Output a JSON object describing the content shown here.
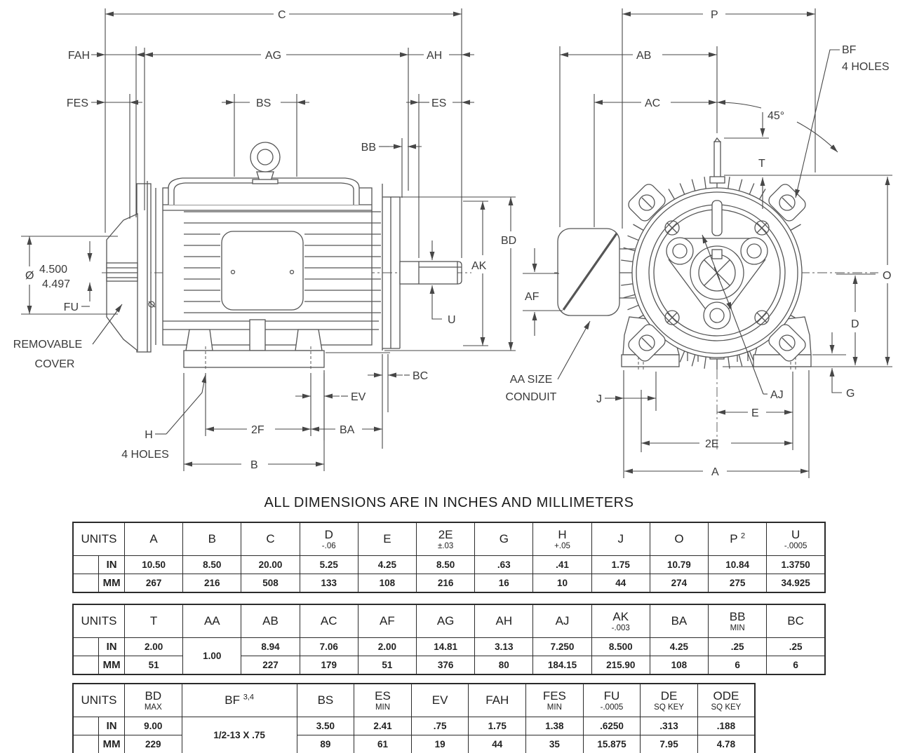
{
  "title": "ALL DIMENSIONS ARE IN INCHES AND MILLIMETERS",
  "side_view": {
    "c": "C",
    "fah": "FAH",
    "ag": "AG",
    "ah": "AH",
    "fes": "FES",
    "bs": "BS",
    "es": "ES",
    "bb": "BB",
    "bd": "BD",
    "ak": "AK",
    "u": "U",
    "dia_symbol": "Ø",
    "dia_max": "4.500",
    "dia_min": "4.497",
    "fu": "FU",
    "removable_line1": "REMOVABLE",
    "removable_line2": "COVER",
    "h": "H",
    "h_holes": "4 HOLES",
    "two_f": "2F",
    "ba": "BA",
    "b": "B",
    "ev": "EV",
    "bc": "BC"
  },
  "front_view": {
    "p": "P",
    "ab": "AB",
    "ac": "AC",
    "angle": "45°",
    "t": "T",
    "bf": "BF",
    "bf_holes": "4 HOLES",
    "o": "O",
    "d": "D",
    "g": "G",
    "af": "AF",
    "aa_line1": "AA SIZE",
    "aa_line2": "CONDUIT",
    "j": "J",
    "aj": "AJ",
    "e": "E",
    "two_e": "2E",
    "a": "A"
  },
  "tables": [
    {
      "units_label": "UNITS",
      "in_label": "IN",
      "mm_label": "MM",
      "columns": [
        {
          "label": "A",
          "in": "10.50",
          "mm": "267"
        },
        {
          "label": "B",
          "in": "8.50",
          "mm": "216"
        },
        {
          "label": "C",
          "in": "20.00",
          "mm": "508"
        },
        {
          "label": "D",
          "sub": "-.06",
          "in": "5.25",
          "mm": "133"
        },
        {
          "label": "E",
          "in": "4.25",
          "mm": "108"
        },
        {
          "label": "2E",
          "sub": "±.03",
          "in": "8.50",
          "mm": "216"
        },
        {
          "label": "G",
          "in": ".63",
          "mm": "16"
        },
        {
          "label": "H",
          "sub": "+.05",
          "in": ".41",
          "mm": "10"
        },
        {
          "label": "J",
          "in": "1.75",
          "mm": "44"
        },
        {
          "label": "O",
          "in": "10.79",
          "mm": "274"
        },
        {
          "label": "P",
          "sup": "2",
          "in": "10.84",
          "mm": "275"
        },
        {
          "label": "U",
          "sub": "-.0005",
          "in": "1.3750",
          "mm": "34.925"
        }
      ]
    },
    {
      "units_label": "UNITS",
      "in_label": "IN",
      "mm_label": "MM",
      "columns": [
        {
          "label": "T",
          "in": "2.00",
          "mm": "51"
        },
        {
          "label": "AA",
          "merged": "1.00"
        },
        {
          "label": "AB",
          "in": "8.94",
          "mm": "227"
        },
        {
          "label": "AC",
          "in": "7.06",
          "mm": "179"
        },
        {
          "label": "AF",
          "in": "2.00",
          "mm": "51"
        },
        {
          "label": "AG",
          "in": "14.81",
          "mm": "376"
        },
        {
          "label": "AH",
          "in": "3.13",
          "mm": "80"
        },
        {
          "label": "AJ",
          "in": "7.250",
          "mm": "184.15"
        },
        {
          "label": "AK",
          "sub": "-.003",
          "in": "8.500",
          "mm": "215.90"
        },
        {
          "label": "BA",
          "in": "4.25",
          "mm": "108"
        },
        {
          "label": "BB",
          "sub": "MIN",
          "in": ".25",
          "mm": "6"
        },
        {
          "label": "BC",
          "in": ".25",
          "mm": "6"
        }
      ]
    },
    {
      "units_label": "UNITS",
      "in_label": "IN",
      "mm_label": "MM",
      "columns": [
        {
          "label": "BD",
          "sub": "MAX",
          "in": "9.00",
          "mm": "229"
        },
        {
          "label": "BF",
          "sup": "3,4",
          "merged": "1/2-13 X .75",
          "wide": true
        },
        {
          "label": "BS",
          "in": "3.50",
          "mm": "89"
        },
        {
          "label": "ES",
          "sub": "MIN",
          "in": "2.41",
          "mm": "61"
        },
        {
          "label": "EV",
          "in": ".75",
          "mm": "19"
        },
        {
          "label": "FAH",
          "in": "1.75",
          "mm": "44"
        },
        {
          "label": "FES",
          "sub": "MIN",
          "in": "1.38",
          "mm": "35"
        },
        {
          "label": "FU",
          "sub": "-.0005",
          "in": ".6250",
          "mm": "15.875"
        },
        {
          "label": "DE",
          "sub": "SQ KEY",
          "in": ".313",
          "mm": "7.95"
        },
        {
          "label": "ODE",
          "sub": "SQ KEY",
          "in": ".188",
          "mm": "4.78"
        }
      ]
    }
  ]
}
